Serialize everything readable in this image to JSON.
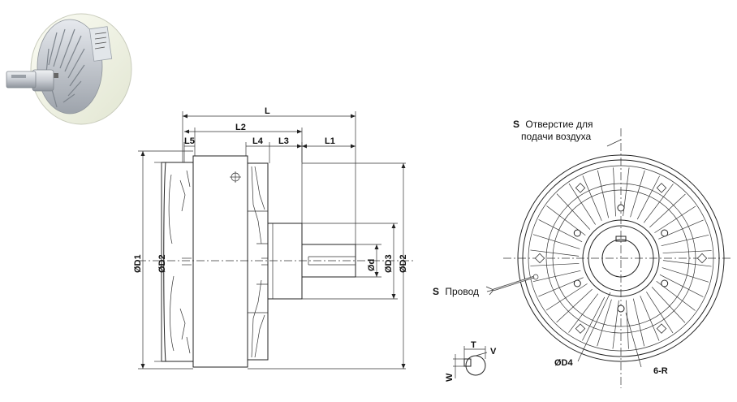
{
  "side_view": {
    "dims": {
      "L": "L",
      "L1": "L1",
      "L2": "L2",
      "L3": "L3",
      "L4": "L4",
      "L5": "L5",
      "D1": "ØD1",
      "D2_left": "ØD2",
      "D3": "ØD3",
      "D2_right": "ØD2",
      "d": "Ød"
    }
  },
  "front_view": {
    "air_hole_prefix": "S",
    "air_hole_line1": "Отверстие для",
    "air_hole_line2": "подачи воздуха",
    "wire_prefix": "S",
    "wire_label": "Провод",
    "d4": "ØD4",
    "holes": "6-R"
  },
  "key_detail": {
    "T": "T",
    "V": "V",
    "W": "W"
  },
  "colors": {
    "body": "#f1f3e6",
    "aluminum": "#c8ccd2",
    "label": "#e9ecef",
    "line": "#222222"
  }
}
